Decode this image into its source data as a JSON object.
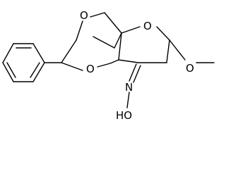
{
  "molecule": {
    "atoms": {
      "oxygen_upper": "O",
      "oxygen_ring": "O",
      "oxygen_lower": "O",
      "oxime_nitrogen": "N",
      "hydroxyl": "HO"
    }
  }
}
